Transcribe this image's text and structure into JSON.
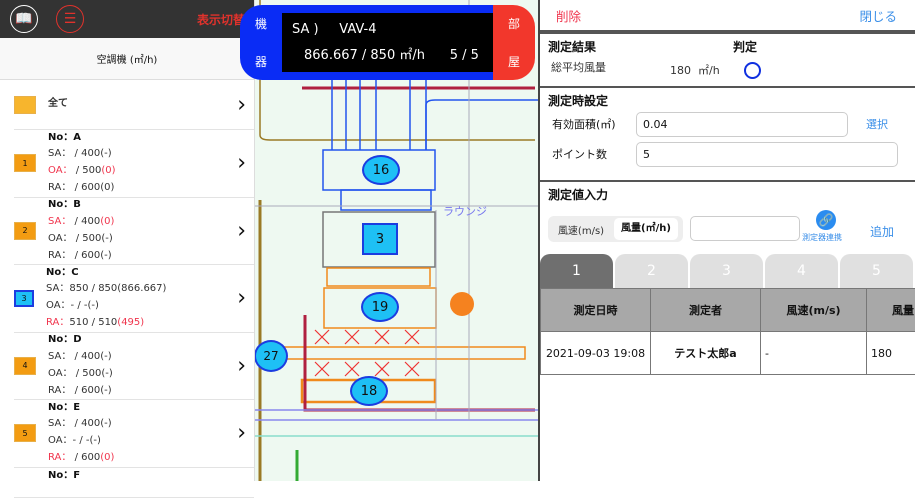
{
  "left": {
    "toggle_label": "表示切替",
    "title": "空調機 (㎡/h)",
    "all_label": "全て",
    "items": [
      {
        "no": "No：A",
        "num": "1",
        "sa": "SA：",
        "sa_v": " / 400(-)",
        "oa": "OA：",
        "oa_v": " / 500",
        "oa_r": "(0)",
        "ra": "RA：",
        "ra_v": " / 600(0)"
      },
      {
        "no": "No：B",
        "num": "2",
        "sa": "SA：",
        "sa_v": " / 400",
        "sa_r": "(0)",
        "oa": "OA：",
        "oa_v": " / 500(-)",
        "ra": "RA：",
        "ra_v": " / 600(-)"
      },
      {
        "no": "No：C",
        "num": "3",
        "sa": "SA：",
        "sa_v": "850 / 850(866.667)",
        "oa": "OA：",
        "oa_v": "- / -(-)",
        "ra": "RA：",
        "ra_v": "510 / 510",
        "ra_r": "(495)"
      },
      {
        "no": "No：D",
        "num": "4",
        "sa": "SA：",
        "sa_v": " / 400(-)",
        "oa": "OA：",
        "oa_v": " / 500(-)",
        "ra": "RA：",
        "ra_v": " / 600(-)"
      },
      {
        "no": "No：E",
        "num": "5",
        "sa": "SA：",
        "sa_v": " / 400(-)",
        "oa": "OA：",
        "oa_v": "- / -(-)",
        "ra": "RA：",
        "ra_v": " / 600",
        "ra_r": "(0)"
      },
      {
        "no": "No：F"
      }
    ]
  },
  "badge": {
    "left": [
      "機",
      "器"
    ],
    "right": [
      "部",
      "屋"
    ],
    "type": "SA )",
    "name": "VAV-4",
    "flow": "866.667 / 850 ㎡/h",
    "count": "5 / 5"
  },
  "map": {
    "markers": [
      "16",
      "3",
      "19",
      "27",
      "18"
    ],
    "room_label": "ラウンジ"
  },
  "right": {
    "delete": "削除",
    "close": "閉じる",
    "result": {
      "title": "測定結果",
      "judge_title": "判定",
      "avg_label": "総平均風量",
      "avg_value": "180",
      "avg_unit": "㎡/h",
      "judge": "○"
    },
    "settings": {
      "title": "測定時設定",
      "area_label": "有効面積(㎡)",
      "area_value": "0.04",
      "select": "選択",
      "points_label": "ポイント数",
      "points_value": "5"
    },
    "input": {
      "title": "測定値入力",
      "seg": [
        "風速(m/s)",
        "風量(㎡/h)"
      ],
      "value": "",
      "link": "測定器連携",
      "add": "追加"
    },
    "tabs": [
      "1",
      "2",
      "3",
      "4",
      "5"
    ],
    "table": {
      "headers": [
        "測定日時",
        "測定者",
        "風速(m/s)",
        "風量"
      ],
      "rows": [
        [
          "2021-09-03 19:08",
          "テスト太郎a",
          "-",
          "180"
        ]
      ]
    }
  }
}
